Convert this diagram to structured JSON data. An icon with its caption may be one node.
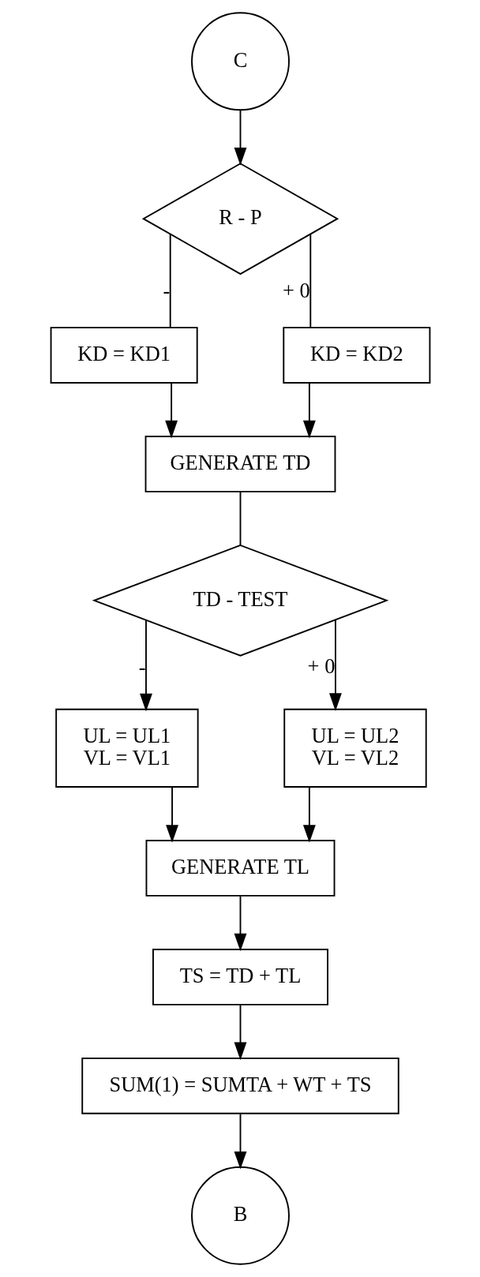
{
  "diagram": {
    "nodes": [
      {
        "text": [
          "C"
        ]
      },
      {
        "text": [
          "R - P"
        ]
      },
      {
        "text": [
          "KD = KD1"
        ]
      },
      {
        "text": [
          "KD = KD2"
        ]
      },
      {
        "text": [
          "GENERATE TD"
        ]
      },
      {
        "text": [
          "TD - TEST"
        ]
      },
      {
        "text": [
          "UL = UL1",
          "VL = VL1"
        ]
      },
      {
        "text": [
          "UL = UL2",
          "VL = VL2"
        ]
      },
      {
        "text": [
          "GENERATE TL"
        ]
      },
      {
        "text": [
          "TS = TD + TL"
        ]
      },
      {
        "text": [
          "SUM(1) = SUMTA + WT + TS"
        ]
      },
      {
        "text": [
          "B"
        ]
      }
    ],
    "edges": [
      {
        "from": 0,
        "to": 1,
        "arrow": "to"
      },
      {
        "from": 1,
        "to": 2,
        "arrow": "none",
        "label": "-"
      },
      {
        "from": 1,
        "to": 3,
        "arrow": "none",
        "label": "+ 0"
      },
      {
        "from": 2,
        "to": 4,
        "arrow": "to"
      },
      {
        "from": 3,
        "to": 4,
        "arrow": "to"
      },
      {
        "from": 4,
        "to": 5,
        "arrow": "none"
      },
      {
        "from": 5,
        "to": 6,
        "arrow": "to",
        "label": "-"
      },
      {
        "from": 5,
        "to": 7,
        "arrow": "to",
        "label": "+ 0"
      },
      {
        "from": 6,
        "to": 8,
        "arrow": "to"
      },
      {
        "from": 7,
        "to": 8,
        "arrow": "to"
      },
      {
        "from": 8,
        "to": 9,
        "arrow": "to"
      },
      {
        "from": 9,
        "to": 10,
        "arrow": "to"
      },
      {
        "from": 10,
        "to": 11,
        "arrow": "to"
      }
    ]
  }
}
